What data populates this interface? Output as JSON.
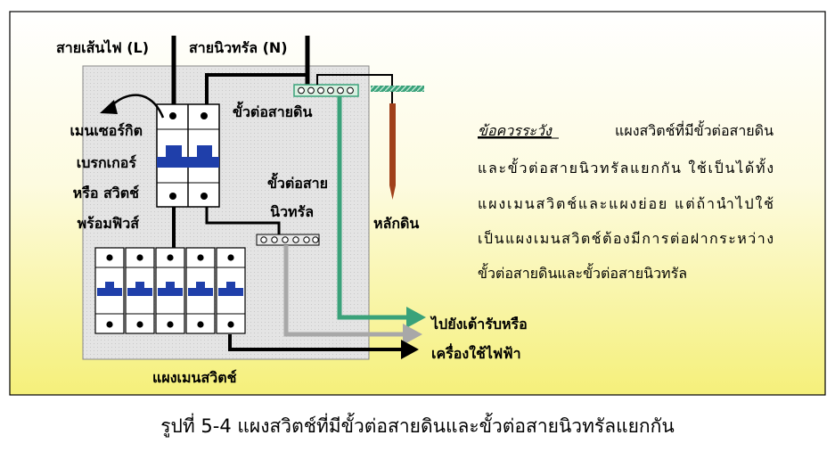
{
  "labels": {
    "live_wire": "สายเส้นไฟ (L)",
    "neutral_wire": "สายนิวทรัล (N)",
    "ground_terminal": "ขั้วต่อสายดิน",
    "neutral_terminal_line1": "ขั้วต่อสาย",
    "neutral_terminal_line2": "นิวทรัล",
    "main_breaker_line1": "เมนเซอร์กิต",
    "main_breaker_line2": "เบรกเกอร์",
    "main_breaker_line3": "หรือ สวิตช์",
    "main_breaker_line4": "พร้อมฟิวส์",
    "ground_rod": "หลักดิน",
    "to_outlet_line1": "ไปยังเต้ารับหรือ",
    "to_outlet_line2": "เครื่องใช้ไฟฟ้า",
    "main_panel": "แผงเมนสวิตช์"
  },
  "note": {
    "heading": "ข้อควรระวัง",
    "line1": "แผงสวิตช์ที่มีขั้วต่อสายดิน",
    "line2": "และขั้วต่อสายนิวทรัลแยกกัน  ใช้เป็นได้ทั้ง",
    "line3": "แผงเมนสวิตช์และแผงย่อย   แต่ถ้านำไปใช้",
    "line4": "เป็นแผงเมนสวิตช์ต้องมีการต่อฝากระหว่าง",
    "line5": "ขั้วต่อสายดินและขั้วต่อสายนิวทรัล"
  },
  "caption": "รูปที่ 5-4 แผงสวิตช์ที่มีขั้วต่อสายดินและขั้วต่อสายนิวทรัลแยกกัน",
  "colors": {
    "ground_wire": "#3aa27a",
    "neutral_wire_out": "#a8a8a8",
    "breaker_lever": "#1f3faa",
    "ground_rod": "#a0401a",
    "background_top": "#ffffff",
    "background_bottom": "#f5f07a"
  }
}
